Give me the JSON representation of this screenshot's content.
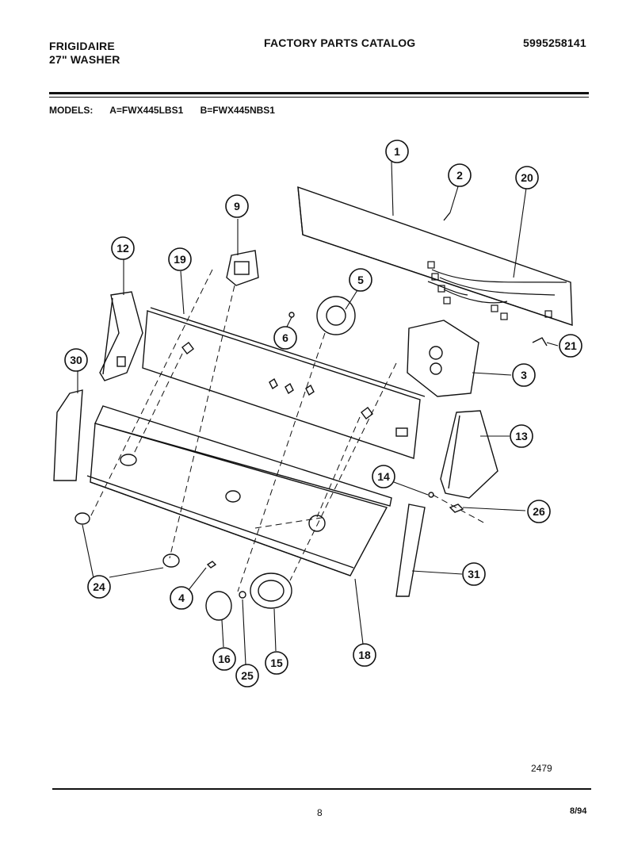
{
  "header": {
    "brand": "FRIGIDAIRE",
    "product": "27\" WASHER",
    "catalog_title": "FACTORY PARTS CATALOG",
    "part_number": "5995258141"
  },
  "models": {
    "label": "MODELS:",
    "model_a": "A=FWX445LBS1",
    "model_b": "B=FWX445NBS1"
  },
  "callouts": [
    "1",
    "2",
    "20",
    "9",
    "5",
    "12",
    "19",
    "6",
    "21",
    "3",
    "30",
    "13",
    "14",
    "26",
    "24",
    "4",
    "31",
    "16",
    "25",
    "15",
    "18"
  ],
  "footer": {
    "drawing_number": "2479",
    "page_number": "8",
    "date": "8/94"
  }
}
